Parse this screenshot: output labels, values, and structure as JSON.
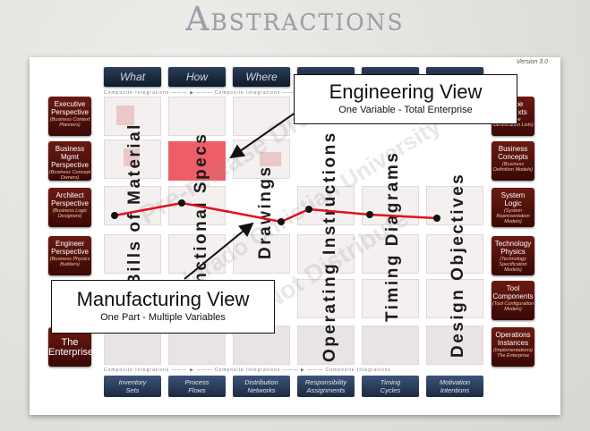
{
  "slide_title": "Abstractions",
  "version": "Version 3.0",
  "columns_top": [
    "What",
    "How",
    "Where",
    "",
    "",
    ""
  ],
  "columns_bottom": [
    {
      "l1": "Inventory",
      "l2": "Sets"
    },
    {
      "l1": "Process",
      "l2": "Flows"
    },
    {
      "l1": "Distribution",
      "l2": "Networks"
    },
    {
      "l1": "Responsibility",
      "l2": "Assignments"
    },
    {
      "l1": "Timing",
      "l2": "Cycles"
    },
    {
      "l1": "Motivation",
      "l2": "Intentions"
    }
  ],
  "strip_text": "Composite Integrations ——— ▶ ——— Composite Integrations ——— ▶ ——— Composite Integrations",
  "left_rows": [
    {
      "t": "Executive Perspective",
      "s": "(Business Context Planners)"
    },
    {
      "t": "Business Mgmt Perspective",
      "s": "(Business Concept Owners)"
    },
    {
      "t": "Architect Perspective",
      "s": "(Business Logic Designers)"
    },
    {
      "t": "Engineer Perspective",
      "s": "(Business Physics Builders)"
    },
    {
      "t": "",
      "s": ""
    },
    {
      "t": "The Enterprise",
      "s": ""
    }
  ],
  "right_rows": [
    {
      "t": "Scope Contexts",
      "s": "(Scope Identification Lists)"
    },
    {
      "t": "Business Concepts",
      "s": "(Business Definition Models)"
    },
    {
      "t": "System Logic",
      "s": "(System Representation Models)"
    },
    {
      "t": "Technology Physics",
      "s": "(Technology Specification Models)"
    },
    {
      "t": "Tool Components",
      "s": "(Tool Configuration Models)"
    },
    {
      "t": "Operations Instances",
      "s": "(Implementations) The Enterprise"
    }
  ],
  "vertical_labels": [
    "Bills of Material",
    "Functional Specs",
    "Drawings",
    "Operating Instructions",
    "Timing Diagrams",
    "Design Objectives"
  ],
  "engineering_view": {
    "title": "Engineering View",
    "subtitle": "One Variable - Total Enterprise"
  },
  "manufacturing_view": {
    "title": "Manufacturing View",
    "subtitle": "One Part - Multiple Variables"
  },
  "watermarks": [
    "Pre-release Draft",
    "Colorado Christian University",
    "Do Not Distribute"
  ],
  "colors": {
    "red_line": "#e01020",
    "highlight": "#ee5e66",
    "maroon": "#5a140d",
    "navy": "#1a2a44"
  }
}
